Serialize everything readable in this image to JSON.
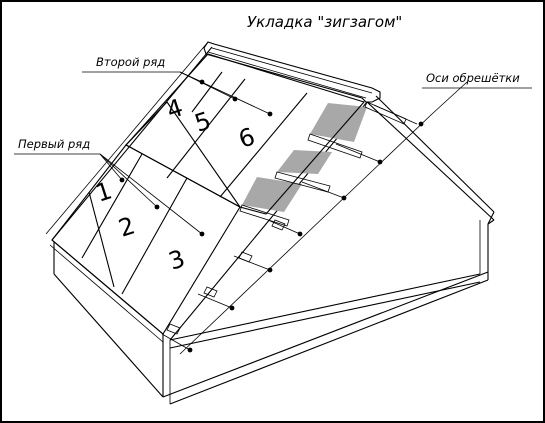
{
  "title": "Укладка \"зигзагом\"",
  "labels": {
    "second_row": "Второй ряд",
    "first_row": "Первый ряд",
    "batten_axes": "Оси обрешётки"
  },
  "sheets": {
    "first_row": [
      "1",
      "2",
      "3"
    ],
    "second_row": [
      "4",
      "5",
      "6"
    ]
  },
  "colors": {
    "line": "#000000",
    "background": "#ffffff",
    "exposed_batten": "#a8a8a8"
  }
}
